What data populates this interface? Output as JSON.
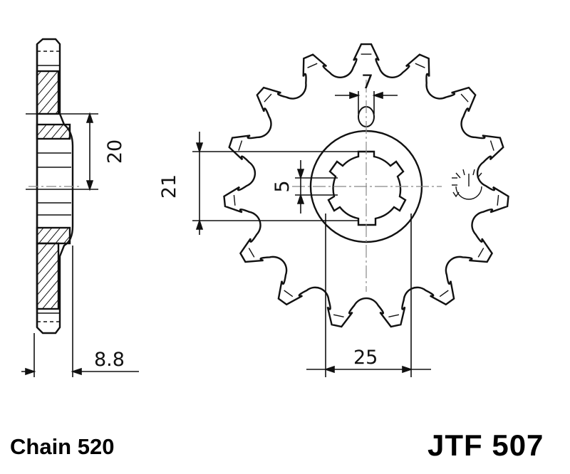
{
  "dimensions": {
    "thickness": "8.8",
    "hub_height": "20",
    "spline_span": "21",
    "key_width": "5",
    "hole_width": "7",
    "bore_diameter": "25"
  },
  "footer": {
    "chain": "Chain 520",
    "part_number": "JTF 507"
  },
  "sprocket": {
    "teeth": 15
  },
  "colors": {
    "line": "#111111",
    "centerline": "#888888",
    "background": "#ffffff"
  }
}
